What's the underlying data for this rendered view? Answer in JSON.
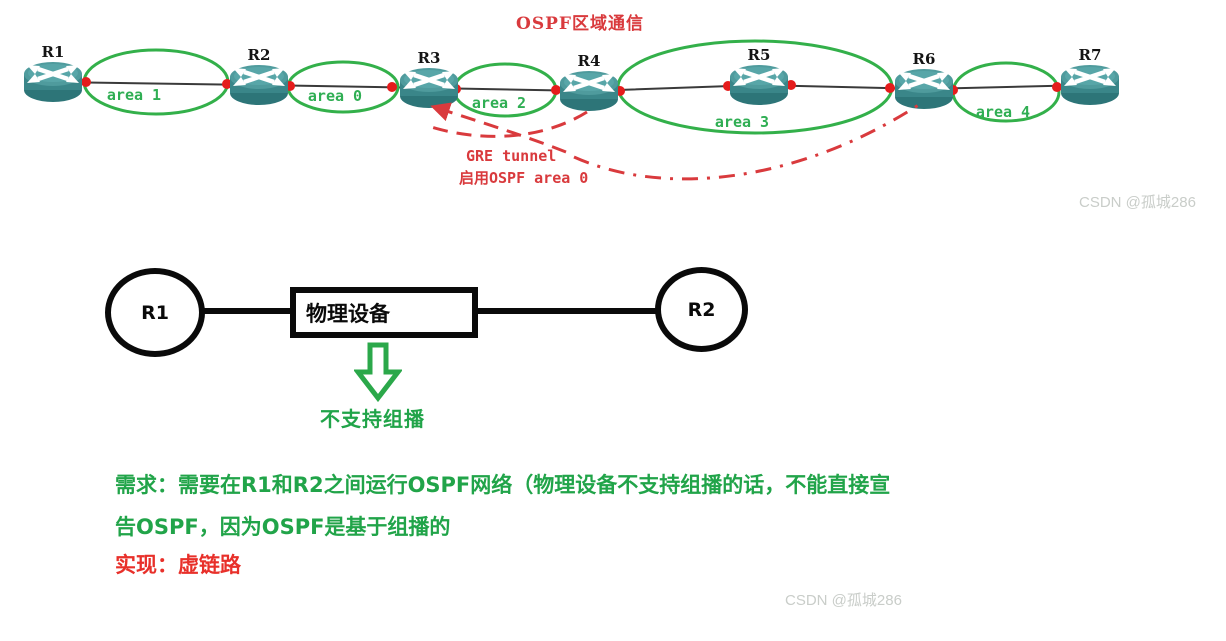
{
  "topology": {
    "title": "OSPF区域通信",
    "routers": [
      {
        "label": "R1"
      },
      {
        "label": "R2"
      },
      {
        "label": "R3"
      },
      {
        "label": "R4"
      },
      {
        "label": "R5"
      },
      {
        "label": "R6"
      },
      {
        "label": "R7"
      }
    ],
    "areas": [
      {
        "label": "area 1"
      },
      {
        "label": "area 0"
      },
      {
        "label": "area 2"
      },
      {
        "label": "area 3"
      },
      {
        "label": "area 4"
      }
    ],
    "annotations": {
      "gre_tunnel": "GRE tunnel",
      "enable_ospf": "启用OSPF area 0"
    }
  },
  "physical_link": {
    "left_router": "R1",
    "right_router": "R2",
    "device_label": "物理设备",
    "arrow_note": "不支持组播"
  },
  "notes": {
    "requirement_line1": "需求：需要在R1和R2之间运行OSPF网络（物理设备不支持组播的话，不能直接宣",
    "requirement_line2": "告OSPF，因为OSPF是基于组播的",
    "implementation": "实现：虚链路"
  },
  "watermarks": {
    "top": "CSDN @孤城286",
    "bottom": "CSDN @孤城286"
  },
  "colors": {
    "area_green": "#33b04a",
    "label_green": "#2fae53",
    "diagram_red": "#d93a3d",
    "dot_red": "#e51c1c",
    "router_teal": "#3a8689",
    "note_green": "#21a449",
    "note_red": "#e8302a",
    "watermark_gray": "#c9cdc9"
  }
}
